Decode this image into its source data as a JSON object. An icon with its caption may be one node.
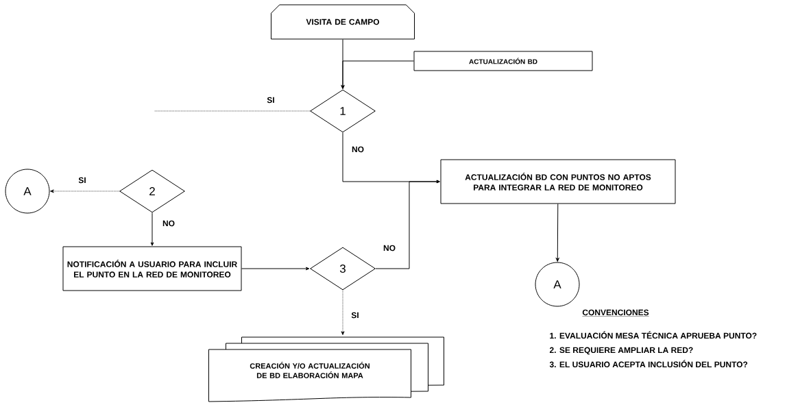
{
  "diagram": {
    "nodes": [
      {
        "text": [
          "VISITA DE CAMPO"
        ]
      },
      {
        "text": [
          "ACTUALIZACIÓN BD"
        ]
      },
      {
        "text": [
          "1"
        ]
      },
      {
        "text": [
          "2"
        ]
      },
      {
        "text": [
          "A"
        ]
      },
      {
        "text": [
          "NOTIFICACIÓN A USUARIO PARA INCLUIR EL PUNTO EN LA RED DE MONITOREO"
        ]
      },
      {
        "text": [
          "3"
        ]
      },
      {
        "text": [
          "ACTUALIZACIÓN BD CON PUNTOS NO APTOS PARA INTEGRAR LA RED DE MONITOREO"
        ]
      },
      {
        "text": [
          "A"
        ]
      },
      {
        "text": [
          "CREACIÓN Y/O ACTUALIZACIÓN DE BD ELABORACIÓN MAPA"
        ]
      }
    ],
    "edges": [
      {
        "from": 0,
        "to": 2,
        "arrow": "to"
      },
      {
        "from": 1,
        "to": 2,
        "arrow": "to"
      },
      {
        "from": 2,
        "to": null,
        "arrow": "none",
        "label": "SI",
        "style": "dashed"
      },
      {
        "from": 2,
        "to": 7,
        "arrow": "to",
        "label": "NO"
      },
      {
        "from": 3,
        "to": 4,
        "arrow": "to",
        "label": "SI",
        "style": "dashed"
      },
      {
        "from": 3,
        "to": 5,
        "arrow": "to",
        "label": "NO"
      },
      {
        "from": 5,
        "to": 6,
        "arrow": "to"
      },
      {
        "from": 6,
        "to": 7,
        "arrow": "to",
        "label": "NO"
      },
      {
        "from": 6,
        "to": 9,
        "arrow": "to",
        "label": "SI",
        "style": "dashed"
      },
      {
        "from": 7,
        "to": 8,
        "arrow": "to"
      }
    ],
    "labels": [
      "CONVENCIONES",
      "1. EVALUACIÓN MESA TÉCNICA APRUEBA PUNTO?",
      "2. SE REQUIERE AMPLIAR LA RED?",
      "3. EL USUARIO ACEPTA INCLUSIÓN DEL PUNTO?"
    ]
  }
}
